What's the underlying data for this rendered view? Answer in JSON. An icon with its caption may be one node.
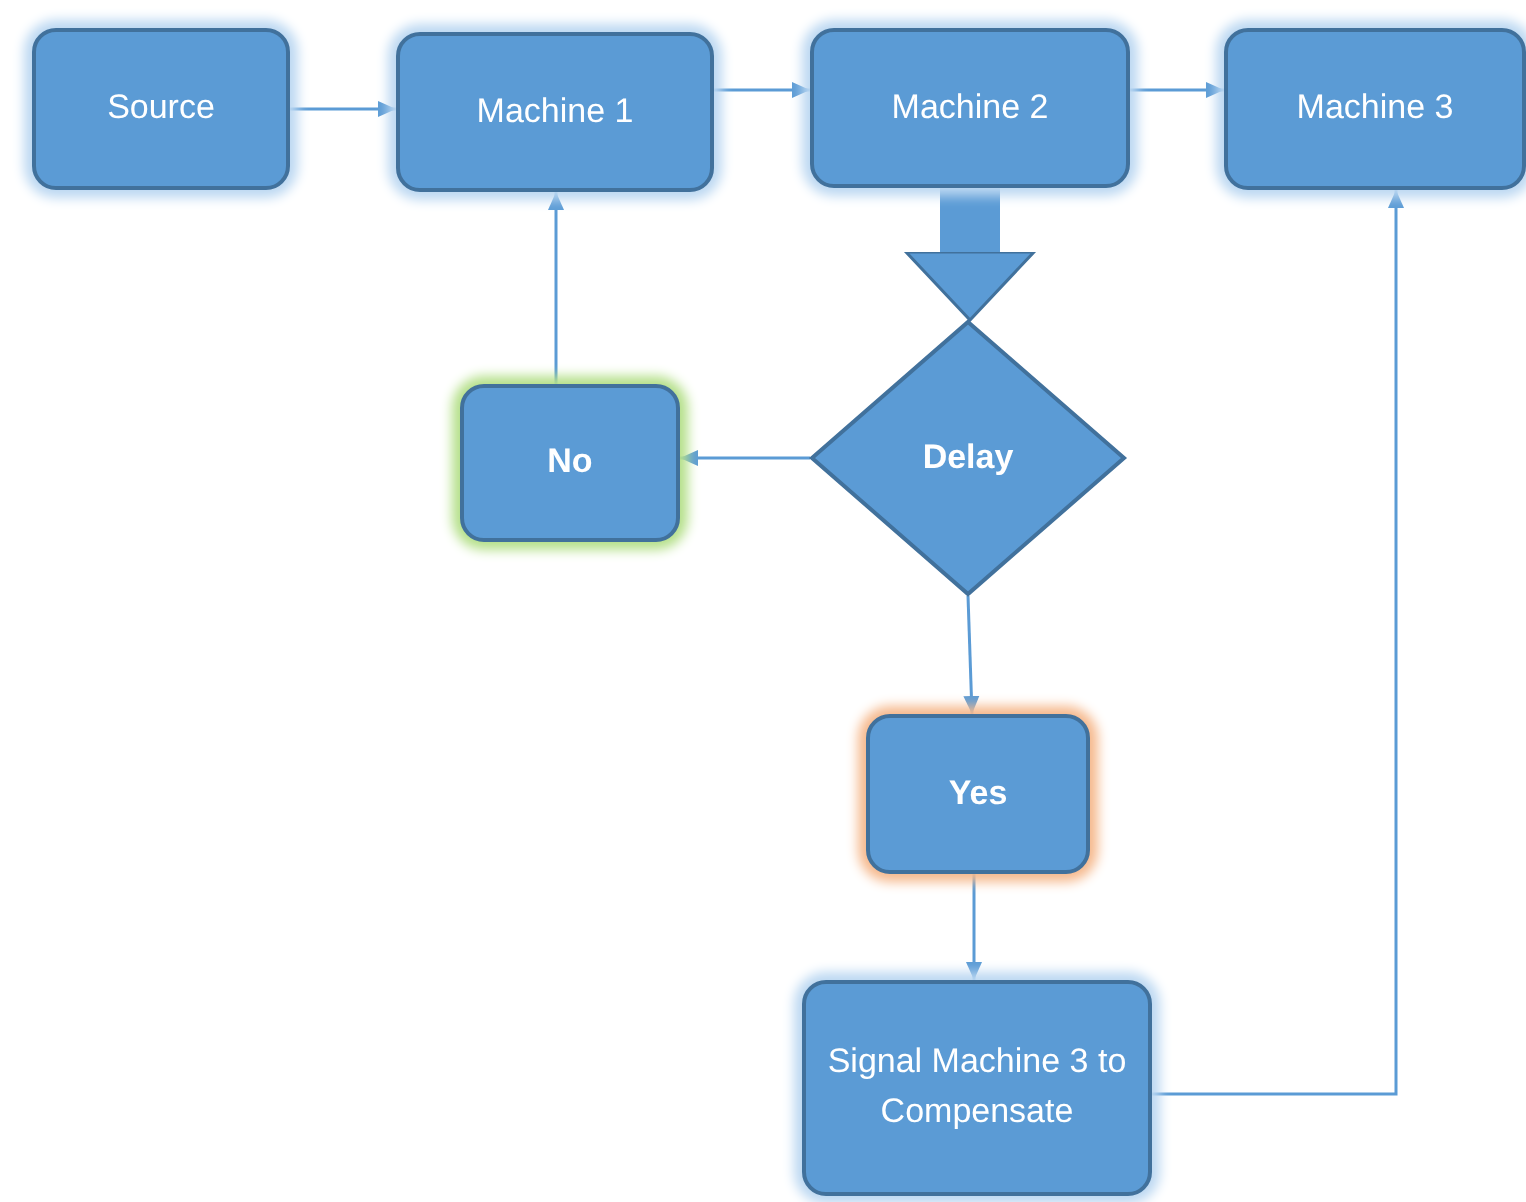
{
  "diagram": {
    "nodes": [
      {
        "text": [
          "Source"
        ]
      },
      {
        "text": [
          "Machine 1"
        ]
      },
      {
        "text": [
          "Machine 2"
        ]
      },
      {
        "text": [
          "Machine 3"
        ]
      },
      {
        "text": [
          "Delay"
        ]
      },
      {
        "text": [
          "No"
        ]
      },
      {
        "text": [
          "Yes"
        ]
      },
      {
        "text": [
          "Signal Machine 3 to Compensate"
        ]
      }
    ],
    "edges": [
      {
        "from": 0,
        "to": 1,
        "arrow": "to"
      },
      {
        "from": 1,
        "to": 2,
        "arrow": "to"
      },
      {
        "from": 2,
        "to": 3,
        "arrow": "to"
      },
      {
        "from": 2,
        "to": 4,
        "arrow": "to",
        "style": "thick"
      },
      {
        "from": 4,
        "to": 5,
        "arrow": "to"
      },
      {
        "from": 5,
        "to": 1,
        "arrow": "to"
      },
      {
        "from": 4,
        "to": 6,
        "arrow": "to"
      },
      {
        "from": 6,
        "to": 7,
        "arrow": "to"
      },
      {
        "from": 7,
        "to": 3,
        "arrow": "to"
      }
    ]
  }
}
